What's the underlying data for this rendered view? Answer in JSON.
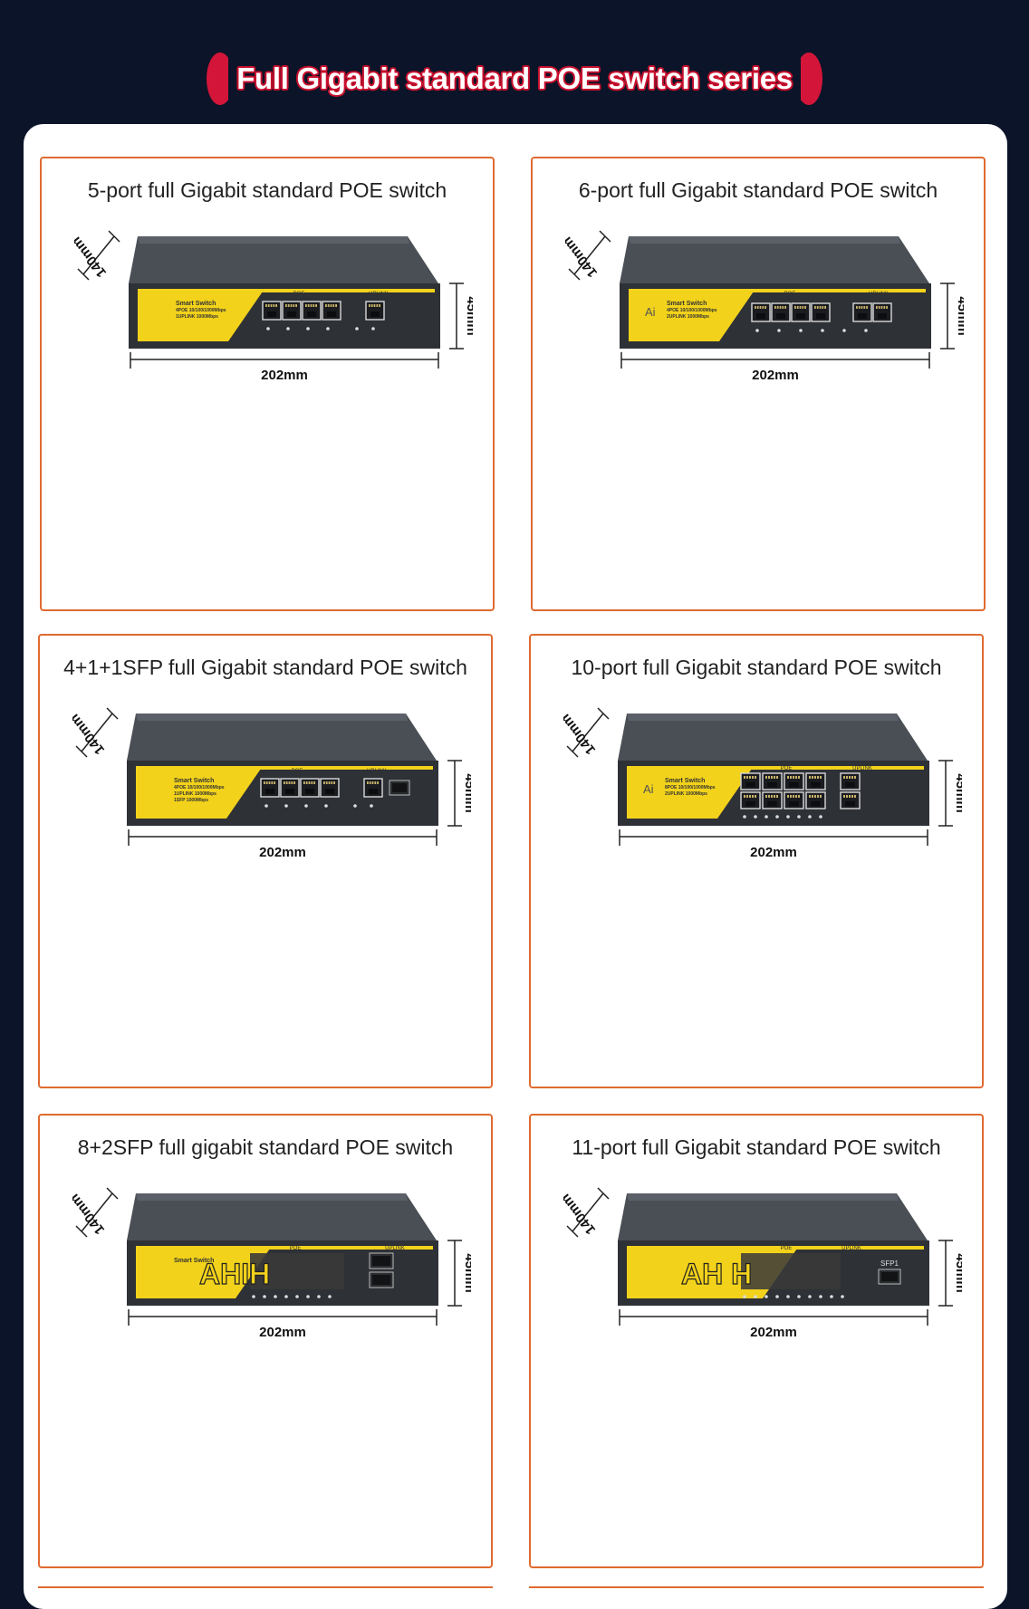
{
  "banner": {
    "title": "Full Gigabit standard POE switch series"
  },
  "colors": {
    "background": "#0b1428",
    "accent": "#d4153a",
    "card_border": "#e06a30",
    "switch_yellow": "#f2d21b",
    "switch_body": "#3a3d42"
  },
  "products": [
    {
      "title": "5-port full Gigabit standard POE switch",
      "depth": "140mm",
      "height": "45mm",
      "width": "202mm",
      "label_lines": [
        "Smart Switch",
        "4POE 10/100/1000Mbps",
        "1UPLINK 1000Mbps"
      ],
      "poe_label": "POE",
      "uplink_label": "UPLINK"
    },
    {
      "title": "6-port full Gigabit standard POE switch",
      "depth": "140mm",
      "height": "45mm",
      "width": "202mm",
      "brand": "Ai",
      "label_lines": [
        "Smart Switch",
        "4POE 10/100/1000Mbps",
        "2UPLINK 1000Mbps"
      ],
      "poe_label": "POE",
      "uplink_label": "UPLINK"
    },
    {
      "title": "4+1+1SFP full Gigabit standard POE switch",
      "depth": "140mm",
      "height": "45mm",
      "width": "202mm",
      "label_lines": [
        "Smart Switch",
        "4POE 10/100/1000Mbps",
        "1UPLINK 1000Mbps",
        "1SFP 1000Mbps"
      ],
      "poe_label": "POE",
      "uplink_label": "UPLINK"
    },
    {
      "title": "10-port full Gigabit standard POE switch",
      "depth": "140mm",
      "height": "45mm",
      "width": "202mm",
      "brand": "Ai",
      "label_lines": [
        "Smart Switch",
        "8POE 10/100/1000Mbps",
        "2UPLINK 1000Mbps"
      ],
      "poe_label": "POE",
      "uplink_label": "UPLINK"
    },
    {
      "title": "8+2SFP full gigabit standard POE switch",
      "depth": "140mm",
      "height": "45mm",
      "width": "202mm",
      "overlay": "AHIH",
      "label_lines": [
        "Smart Switch"
      ],
      "poe_label": "POE",
      "uplink_label": "UPLINK"
    },
    {
      "title": "11-port full Gigabit standard POE switch",
      "depth": "140mm",
      "height": "45mm",
      "width": "202mm",
      "overlay": "AH H",
      "label_lines": [],
      "poe_label": "POE",
      "uplink_label": "UPLINK",
      "sfp_label": "SFP1"
    }
  ]
}
